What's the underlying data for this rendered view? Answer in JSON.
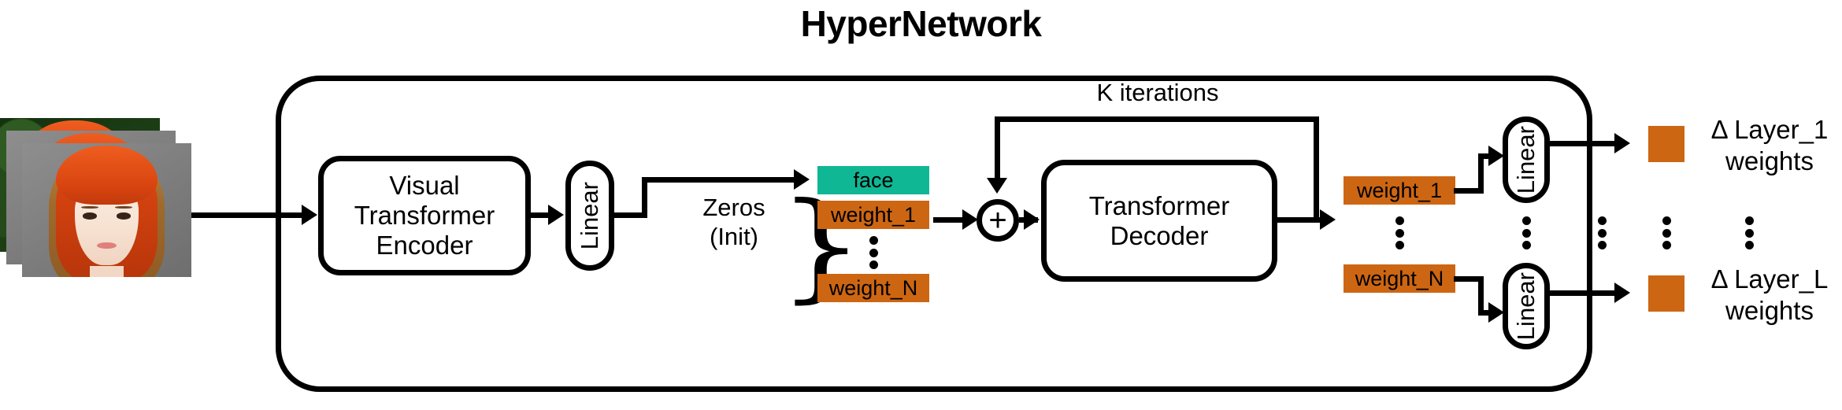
{
  "diagram": {
    "title": "HyperNetwork",
    "input": {
      "name": "face-image-stack",
      "count": 3
    },
    "blocks": {
      "visual_transformer_encoder": "Visual\nTransformer\nEncoder",
      "visual_transformer_encoder_lines": [
        "Visual",
        "Transformer",
        "Encoder"
      ],
      "linear_encoder": "Linear",
      "transformer_decoder_lines": [
        "Transformer",
        "Decoder"
      ],
      "linear_output_1": "Linear",
      "linear_output_L": "Linear"
    },
    "labels": {
      "zeros": "Zeros",
      "zeros_init": "(Init)",
      "k_iterations": "K iterations",
      "adder": "+",
      "brace": "}"
    },
    "tokens_input": [
      {
        "text": "face",
        "color": "#10b795",
        "kind": "teal"
      },
      {
        "text": "weight_1",
        "color": "#cd6613",
        "kind": "orange"
      },
      {
        "text": "weight_N",
        "color": "#cd6613",
        "kind": "orange"
      }
    ],
    "tokens_output": [
      {
        "text": "weight_1",
        "color": "#cd6613"
      },
      {
        "text": "weight_N",
        "color": "#cd6613"
      }
    ],
    "outputs": [
      {
        "swatch_color": "#cd6613",
        "line1": "Δ Layer_1",
        "line2": "weights"
      },
      {
        "swatch_color": "#cd6613",
        "line1": "Δ Layer_L",
        "line2": "weights"
      }
    ],
    "colors": {
      "teal": "#10b795",
      "orange": "#cd6613",
      "stroke": "#000000",
      "background": "#ffffff"
    }
  }
}
